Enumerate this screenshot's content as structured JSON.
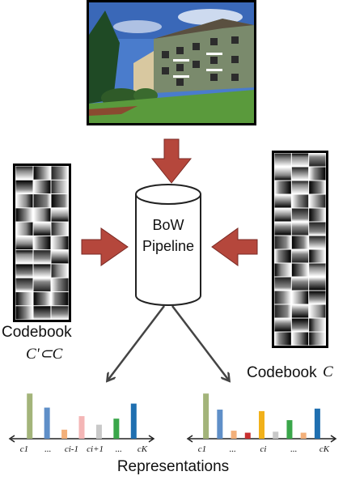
{
  "photo": {
    "icon": "apartment-building-photo",
    "sky": "#3f6fbf",
    "grass": "#4f8f3a"
  },
  "bow": {
    "line1": "BoW",
    "line2": "Pipeline"
  },
  "codebook_left": {
    "label": "Codebook",
    "math": "C'⊂C"
  },
  "codebook_right": {
    "label": "Codebook",
    "math": "C"
  },
  "representations": {
    "label": "Representations"
  },
  "colors": {
    "arrow_fill": "#b5473c",
    "arrow_stroke": "#7a2a24",
    "bar_green": "#a3b47a",
    "bar_blue": "#5f8fc8",
    "bar_orange": "#f3b07a",
    "bar_red": "#c93030",
    "bar_pink": "#f4b6b6",
    "bar_grey": "#c9c9c9",
    "bar_darkgreen": "#3aa64a",
    "bar_darkblue": "#1f6fb0",
    "bar_yellow": "#f1b11a"
  },
  "chart_left": {
    "ticks": [
      "c1",
      "...",
      "ci-1",
      "ci+1",
      "...",
      "cK"
    ],
    "bars": [
      {
        "value": 0.9,
        "color": "#a3b47a"
      },
      {
        "value": 0.62,
        "color": "#5f8fc8"
      },
      {
        "value": 0.18,
        "color": "#f3b07a"
      },
      {
        "value": 0.45,
        "color": "#f4b6b6"
      },
      {
        "value": 0.28,
        "color": "#c9c9c9"
      },
      {
        "value": 0.4,
        "color": "#3aa64a"
      },
      {
        "value": 0.7,
        "color": "#1f6fb0"
      }
    ]
  },
  "chart_right": {
    "ticks": [
      "c1",
      "...",
      "ci",
      "...",
      "cK"
    ],
    "bars": [
      {
        "value": 0.9,
        "color": "#a3b47a"
      },
      {
        "value": 0.58,
        "color": "#5f8fc8"
      },
      {
        "value": 0.16,
        "color": "#f3b07a"
      },
      {
        "value": 0.12,
        "color": "#c93030"
      },
      {
        "value": 0.55,
        "color": "#f1b11a"
      },
      {
        "value": 0.14,
        "color": "#c9c9c9"
      },
      {
        "value": 0.37,
        "color": "#3aa64a"
      },
      {
        "value": 0.12,
        "color": "#f3b07a"
      },
      {
        "value": 0.6,
        "color": "#1f6fb0"
      }
    ]
  }
}
